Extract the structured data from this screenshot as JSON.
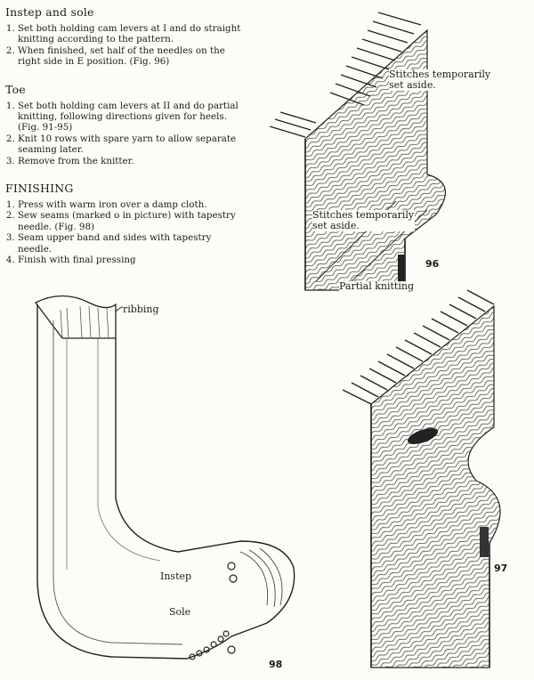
{
  "sections": [
    {
      "title": "Instep and sole",
      "items": [
        "Set both holding cam levers at I and do straight knitting according to the pattern.",
        "When finished, set half of the needles on the right side in E position. (Fig. 96)"
      ]
    },
    {
      "title": "Toe",
      "items": [
        "Set both holding cam levers at II and do partial knitting, following directions given for heels. (Fig. 91-95)",
        "Knit 10 rows with spare yarn to allow separate seaming later.",
        "Remove from the knitter."
      ]
    },
    {
      "title": "FINISHING",
      "items": [
        "Press with warm iron over a damp cloth.",
        "Sew seams (marked o in picture) with tapestry needle. (Fig. 98)",
        "Seam upper band and sides with tapestry needle.",
        "Finish with final pressing"
      ]
    }
  ],
  "figures": {
    "fig96": {
      "number": "96",
      "label_top": "Stitches temporarily set aside.",
      "label_mid": "Stitches temporarily set aside.",
      "label_partial": "Partial knitting"
    },
    "fig97": {
      "number": "97"
    },
    "fig98": {
      "number": "98",
      "label_ribbing": "ribbing",
      "label_instep": "Instep",
      "label_sole": "Sole"
    }
  }
}
